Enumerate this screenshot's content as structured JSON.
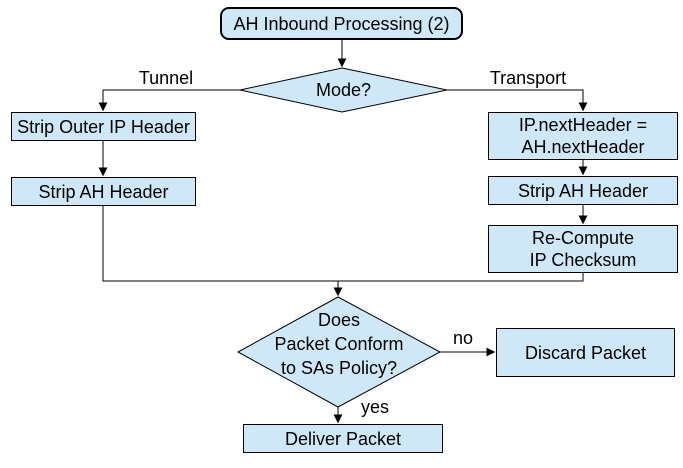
{
  "diagram": {
    "type": "flowchart",
    "colors": {
      "background": "#ffffff",
      "node_fill": "#cfe8f7",
      "node_border": "#000000",
      "line": "#000000",
      "text": "#000000"
    },
    "nodes": {
      "start": {
        "label": "AH Inbound Processing (2)",
        "shape": "rounded-rect"
      },
      "mode": {
        "label": "Mode?",
        "shape": "diamond"
      },
      "strip_outer_ip": {
        "label": "Strip Outer IP Header",
        "shape": "rect"
      },
      "strip_ah_tunnel": {
        "label": "Strip AH Header",
        "shape": "rect"
      },
      "ip_next_header": {
        "label": "IP.nextHeader =\nAH.nextHeader",
        "shape": "rect"
      },
      "strip_ah_transport": {
        "label": "Strip AH Header",
        "shape": "rect"
      },
      "recompute_checksum": {
        "label": "Re-Compute\nIP Checksum",
        "shape": "rect"
      },
      "policy_check": {
        "label": "Does\nPacket Conform\nto SAs Policy?",
        "shape": "diamond"
      },
      "discard": {
        "label": "Discard Packet",
        "shape": "rect"
      },
      "deliver": {
        "label": "Deliver Packet",
        "shape": "rect"
      }
    },
    "edge_labels": {
      "tunnel": "Tunnel",
      "transport": "Transport",
      "no": "no",
      "yes": "yes"
    }
  }
}
